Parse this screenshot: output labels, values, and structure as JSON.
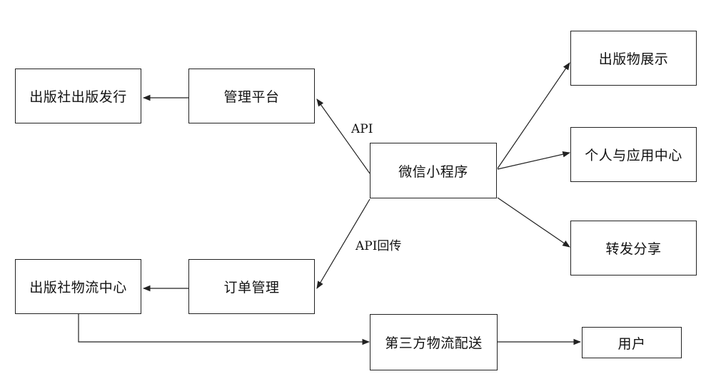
{
  "boxes": {
    "publisher_release": "出版社出版发行",
    "management_platform": "管理平台",
    "mini_program": "微信小程序",
    "publication_display": "出版物展示",
    "personal_app_center": "个人与应用中心",
    "forward_share": "转发分享",
    "publisher_logistics": "出版社物流中心",
    "order_management": "订单管理",
    "third_party_logistics": "第三方物流配送",
    "user": "用户"
  },
  "edge_labels": {
    "api": "API",
    "api_return": "API回传"
  },
  "colors": {
    "line": "#222222",
    "box_border": "#222222",
    "background": "#ffffff"
  }
}
